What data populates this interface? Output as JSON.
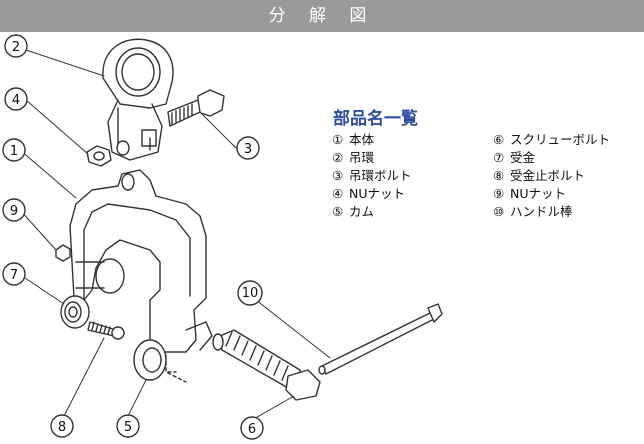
{
  "title": "分 解 図",
  "parts_heading": "部品名一覧",
  "parts_left": [
    {
      "num": "①",
      "name": "本体"
    },
    {
      "num": "②",
      "name": "吊環"
    },
    {
      "num": "③",
      "name": "吊環ボルト"
    },
    {
      "num": "④",
      "name": "NUナット"
    },
    {
      "num": "⑤",
      "name": "カム"
    }
  ],
  "parts_right": [
    {
      "num": "⑥",
      "name": "スクリューボルト"
    },
    {
      "num": "⑦",
      "name": "受金"
    },
    {
      "num": "⑧",
      "name": "受金止ボルト"
    },
    {
      "num": "⑨",
      "name": "NUナット"
    },
    {
      "num": "⑩",
      "name": "ハンドル棒"
    }
  ],
  "callouts": [
    "1",
    "2",
    "3",
    "4",
    "5",
    "6",
    "7",
    "8",
    "9",
    "10"
  ],
  "colors": {
    "title_bar": "#9a9a9a",
    "heading": "#2f4ea1",
    "stroke": "#333333"
  }
}
